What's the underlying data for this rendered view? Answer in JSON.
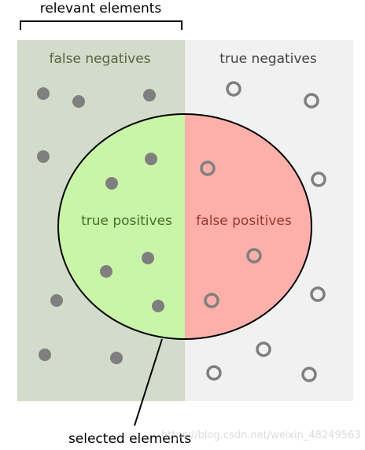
{
  "labels": {
    "relevant": "relevant elements",
    "false_negatives": "false negatives",
    "true_negatives": "true negatives",
    "true_positives": "true positives",
    "false_positives": "false positives",
    "selected": "selected elements"
  },
  "watermark": "https://blog.csdn.net/weixin_48249563",
  "colors": {
    "relevant_region": "#d3dccb",
    "irrelevant_region": "#f1f1f1",
    "true_positive_fill": "#c9f5a8",
    "false_positive_fill": "#fdb0a9",
    "point": "#7f7f7f",
    "outline": "#000000",
    "fn_text": "#55663f",
    "tn_text": "#444444",
    "tp_text": "#4a6d27",
    "fp_text": "#9e3531"
  },
  "icons": {
    "relevant_point": "filled-dot",
    "irrelevant_point": "hollow-ring"
  }
}
